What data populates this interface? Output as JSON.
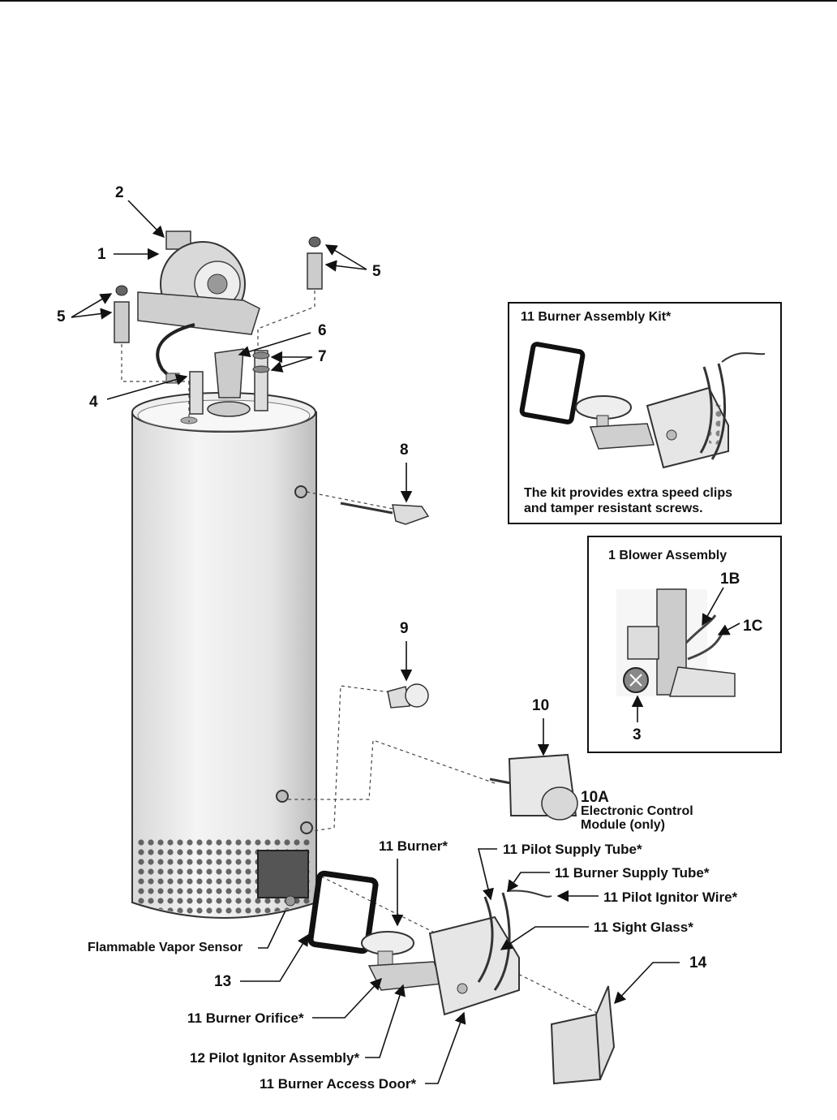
{
  "callouts": {
    "c2": "2",
    "c1": "1",
    "c5_right": "5",
    "c5_left": "5",
    "c6": "6",
    "c7": "7",
    "c4": "4",
    "c8": "8",
    "c9": "9",
    "c10": "10",
    "c10a": "10A",
    "c10a_desc_1": "Electronic Control",
    "c10a_desc_2": "Module (only)",
    "burner": "11 Burner*",
    "pilot_supply_tube": "11 Pilot Supply Tube*",
    "burner_supply_tube": "11 Burner Supply Tube*",
    "pilot_ignitor_wire": "11 Pilot Ignitor Wire*",
    "sight_glass": "11 Sight Glass*",
    "flammable_vapor_sensor": "Flammable Vapor Sensor",
    "c13": "13",
    "c14": "14",
    "burner_orifice": "11 Burner Orifice*",
    "pilot_ignitor_assembly": "12 Pilot Ignitor Assembly*",
    "burner_access_door": "11 Burner Access Door*"
  },
  "kit_box": {
    "title": "11 Burner Assembly Kit*",
    "note_line1": "The kit provides extra speed clips",
    "note_line2": "and tamper resistant screws."
  },
  "blower_box": {
    "title": "1  Blower Assembly",
    "c1b": "1B",
    "c1c": "1C",
    "c3": "3"
  }
}
